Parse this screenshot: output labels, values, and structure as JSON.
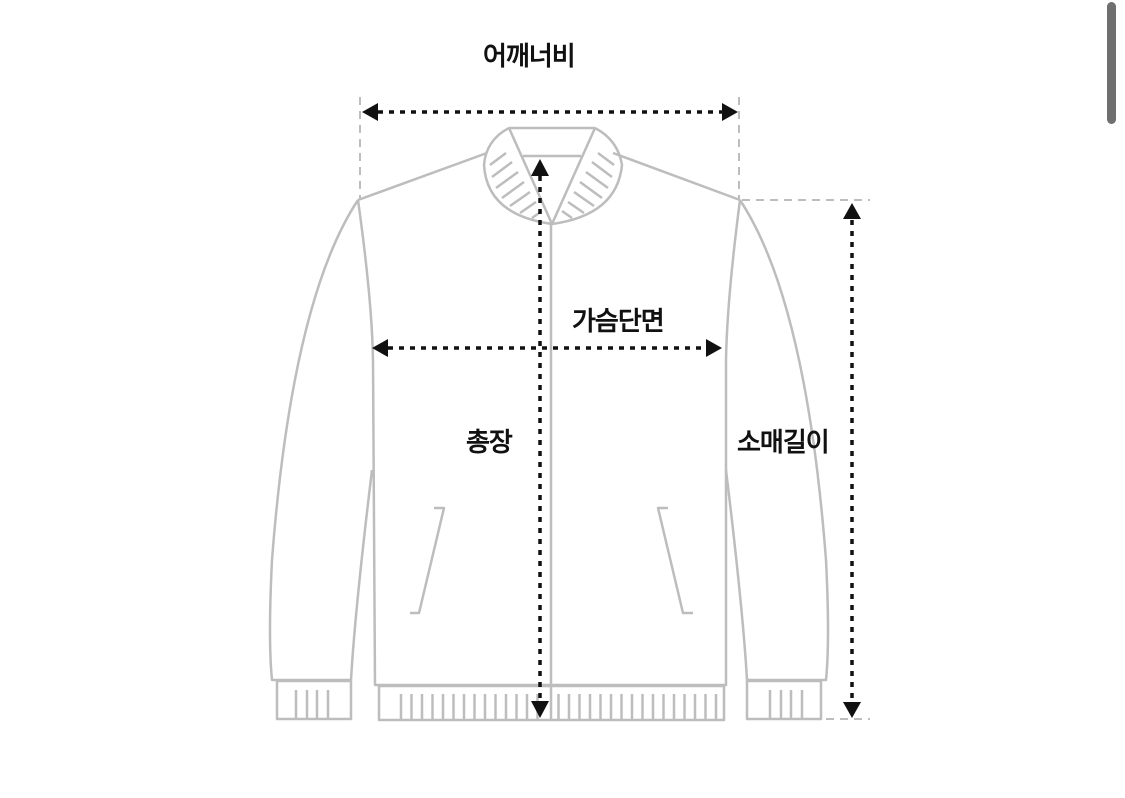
{
  "diagram": {
    "subject": "jacket size measurement guide",
    "colors": {
      "outline": "#bdbdbd",
      "arrow": "#111111",
      "guide": "#bdbdbd",
      "background": "#ffffff"
    },
    "labels": {
      "shoulder_width": "어깨너비",
      "chest_width": "가슴단면",
      "total_length": "총장",
      "sleeve_length": "소매길이"
    }
  },
  "scrollbar": {
    "visible": true
  }
}
